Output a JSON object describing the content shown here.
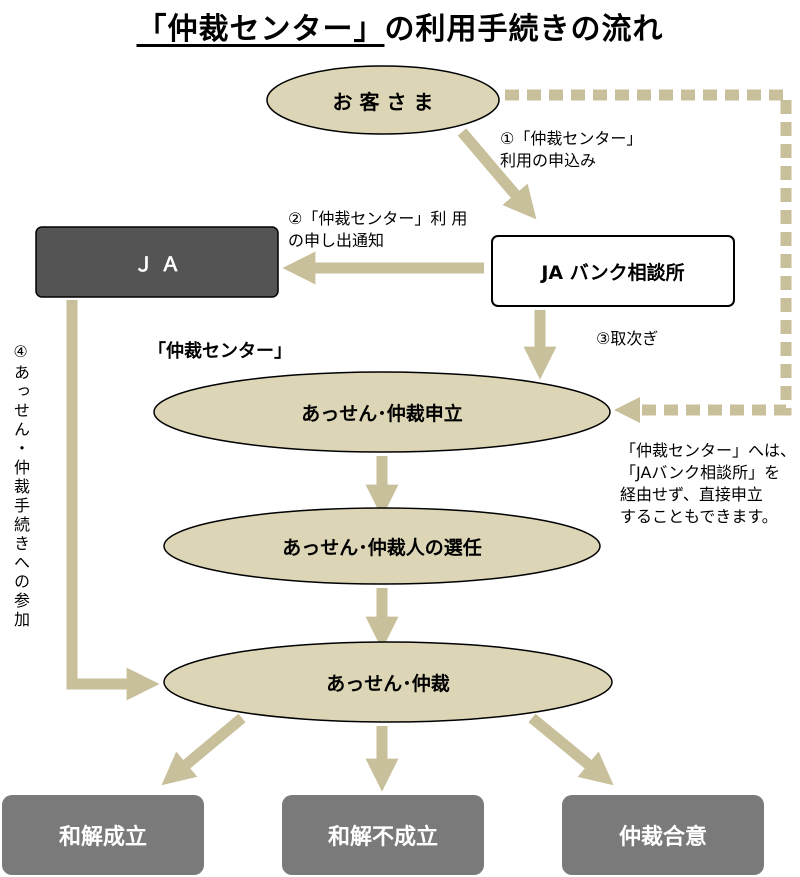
{
  "title": {
    "underlined": "「仲裁センター」",
    "rest": "の利用手続きの流れ"
  },
  "nodes": {
    "customer": "お 客 さ ま",
    "ja": "Ｊ Ａ",
    "consult": "JA バンク相談所",
    "center_heading": "「仲裁センター」",
    "apply": "あっせん･仲裁申立",
    "select": "あっせん･仲裁人の選任",
    "mediation": "あっせん･仲裁",
    "outcome1": "和解成立",
    "outcome2": "和解不成立",
    "outcome3": "仲裁合意"
  },
  "labels": {
    "step1_line1": "①「仲裁センター」",
    "step1_line2": "利用の申込み",
    "step2_line1": "②「仲裁センター」利 用",
    "step2_line2": "の申し出通知",
    "step3": "③取次ぎ",
    "step4": "④あっせん・仲裁手続きへの参加",
    "note_line1": "「仲裁センター」へは、",
    "note_line2": "「JAバンク相談所」を",
    "note_line3": "経由せず、直接申立",
    "note_line4": "することもできます。"
  },
  "colors": {
    "arrow": "#c8bf9b",
    "ellipse_fill": "#ddd6b6",
    "ja_fill": "#545454",
    "outcome_fill": "#7a7a7a"
  }
}
